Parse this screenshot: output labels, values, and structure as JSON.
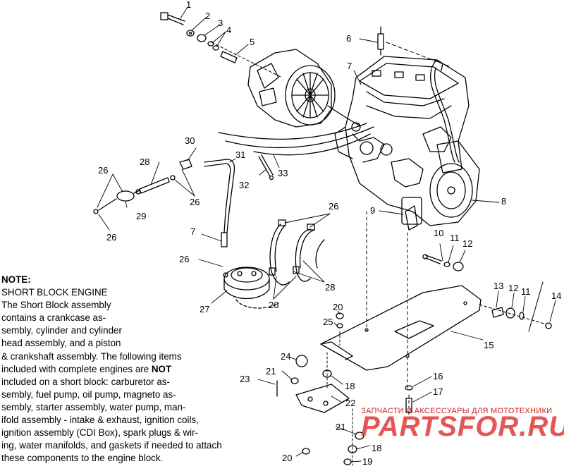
{
  "callouts": {
    "c1": "1",
    "c2": "2",
    "c3": "3",
    "c4": "4",
    "c5": "5",
    "c6": "6",
    "c7a": "7",
    "c7b": "7",
    "c8": "8",
    "c9": "9",
    "c10": "10",
    "c11a": "11",
    "c11b": "11",
    "c12a": "12",
    "c12b": "12",
    "c13": "13",
    "c14": "14",
    "c15": "15",
    "c16": "16",
    "c17": "17",
    "c18a": "18",
    "c18b": "18",
    "c19": "19",
    "c20a": "20",
    "c20b": "20",
    "c21a": "21",
    "c21b": "21",
    "c22": "22",
    "c23": "23",
    "c24": "24",
    "c25": "25",
    "c26a": "26",
    "c26b": "26",
    "c26c": "26",
    "c26d": "26",
    "c26e": "26",
    "c26f": "26",
    "c27": "27",
    "c28a": "28",
    "c28b": "28",
    "c29": "29",
    "c30": "30",
    "c31": "31",
    "c32": "32",
    "c33": "33"
  },
  "note": {
    "title": "NOTE:",
    "line1": "SHORT BLOCK ENGINE",
    "line2": "The Short Block assembly",
    "line3": "contains a crankcase as-",
    "line4": "sembly, cylinder and cylinder",
    "line5": "head assembly, and a piston",
    "line6": "& crankshaft assembly.  The following items",
    "line7a": "included with complete engines are ",
    "line7b": "NOT",
    "line8": "included on a short block:  carburetor as-",
    "line9": "sembly, fuel pump, oil pump, magneto as-",
    "line10": "sembly, starter assembly, water pump, man-",
    "line11": "ifold assembly - intake & exhaust, ignition coils,",
    "line12": "ignition assembly (CDI Box), spark plugs & wir-",
    "line13": "ing, water manifolds, and gaskets if needed to attach",
    "line14": "these components to the engine block."
  },
  "watermark": {
    "small": "ЗАПЧАСТИ И АКСЕССУАРЫ ДЛЯ МОТОТЕХНИКИ",
    "big": "PARTSFOR.RU"
  }
}
